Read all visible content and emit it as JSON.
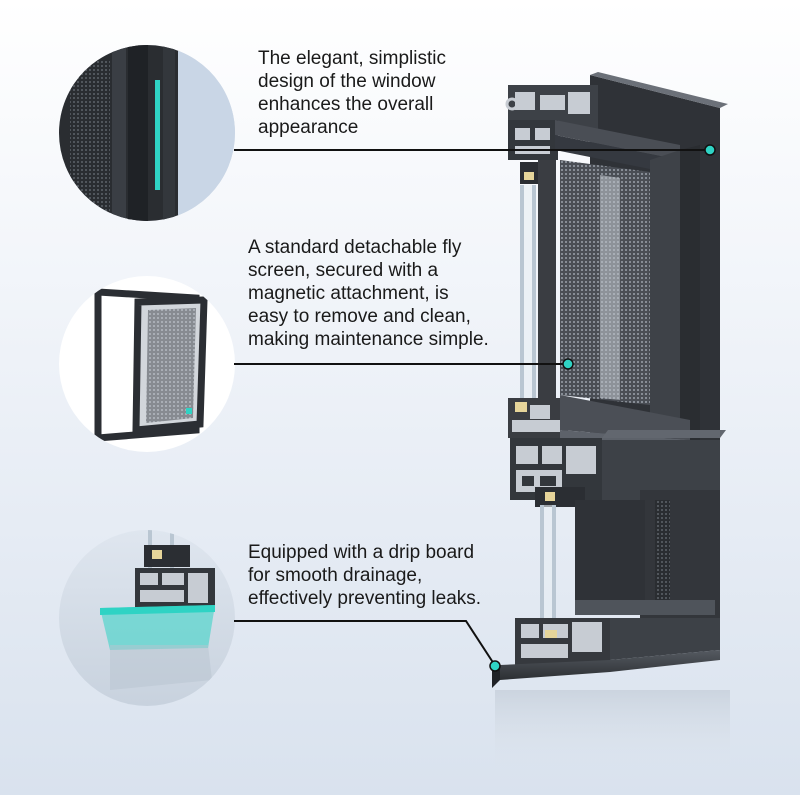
{
  "callouts": [
    {
      "lines": [
        "The elegant, simplistic",
        "design of the window",
        "enhances the overall",
        "appearance"
      ]
    },
    {
      "lines": [
        "A standard detachable fly",
        "screen, secured with a",
        "magnetic attachment, is",
        "easy to remove and clean,",
        "making maintenance simple."
      ]
    },
    {
      "lines": [
        "Equipped with a drip board",
        "for smooth drainage,",
        "effectively preventing leaks."
      ]
    }
  ],
  "colors": {
    "frame": "#3a3d42",
    "frame_dark": "#2b2e33",
    "frame_light": "#5a5e66",
    "aluminum": "#c7ccd3",
    "accent": "#2fd3c4",
    "line": "#111111",
    "glass": "#b9c6d2"
  }
}
